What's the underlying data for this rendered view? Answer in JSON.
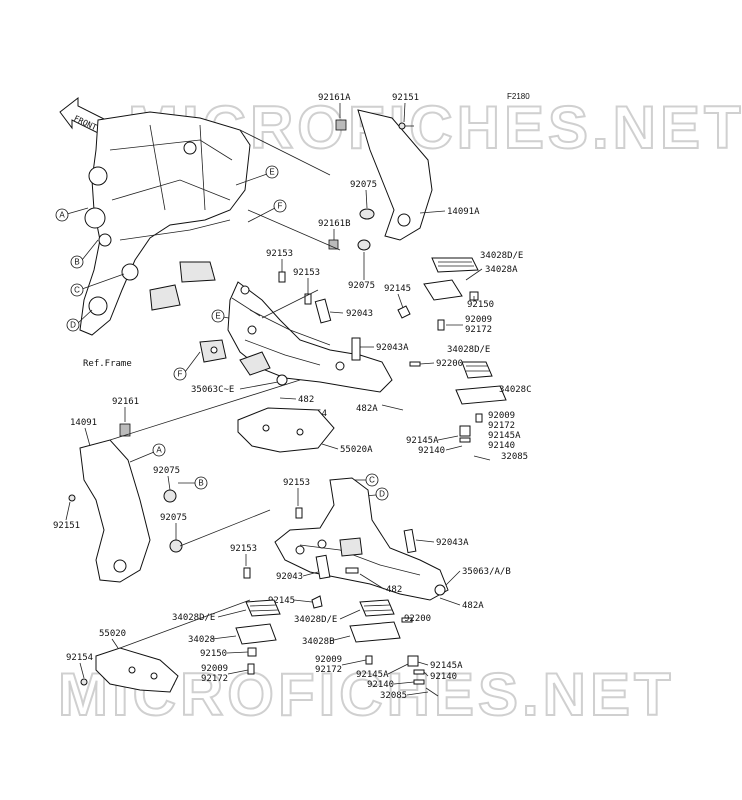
{
  "watermarks": [
    "MICROFICHES.NET",
    "MICROFICHES.NET"
  ],
  "figure_code": "F2180",
  "front_arrow_label": "FRONT",
  "frame_ref_label": "Ref.Frame",
  "circle_letters": [
    "A",
    "B",
    "C",
    "D",
    "E",
    "F"
  ],
  "part_labels": {
    "p92161A": "92161A",
    "p92151_top": "92151",
    "p92075_top": "92075",
    "p14091A": "14091A",
    "p92161B": "92161B",
    "p92153_a": "92153",
    "p92153_b": "92153",
    "p92075_mid": "92075",
    "p34028DE_top": "34028D/E",
    "p34028A": "34028A",
    "p92145_top": "92145",
    "p92150_top": "92150",
    "p92043_top": "92043",
    "p92009_top": "92009",
    "p92172_top": "92172",
    "p92043A_top": "92043A",
    "p34028DE_mid": "34028D/E",
    "p92200_top": "92200",
    "p34028C": "34028C",
    "p35063CE": "35063C~E",
    "p482_top": "482",
    "p92154_top": "92154",
    "p482A_top": "482A",
    "p92009_mid": "92009",
    "p92172_mid": "92172",
    "p92145A_mid1": "92145A",
    "p92145A_mid2": "92145A",
    "p92140_mid1": "92140",
    "p92140_mid2": "92140",
    "p32085_top": "32085",
    "p55020A": "55020A",
    "p92161": "92161",
    "p14091": "14091",
    "p92075_left": "92075",
    "p92151_left": "92151",
    "p92075_left2": "92075",
    "p92153_c": "92153",
    "p92043A_bot": "92043A",
    "p92153_d": "92153",
    "p92043_bot": "92043",
    "p35063AB": "35063/A/B",
    "p482_bot": "482",
    "p482A_bot": "482A",
    "p92145_bot": "92145",
    "p34028DE_bl": "34028D/E",
    "p34028": "34028",
    "p92150_bot": "92150",
    "p34028DE_br": "34028D/E",
    "p92200_bot": "92200",
    "p34028B": "34028B",
    "p55020": "55020",
    "p92154_bot": "92154",
    "p92009_bl": "92009",
    "p92172_bl": "92172",
    "p92009_br": "92009",
    "p92172_br": "92172",
    "p92145A_bot1": "92145A",
    "p92145A_bot2": "92145A",
    "p92140_bot1": "92140",
    "p92140_bot2": "92140",
    "p32085_bot": "32085"
  }
}
